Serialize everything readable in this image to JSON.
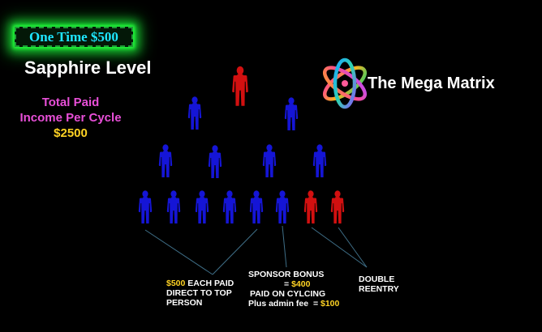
{
  "badge": {
    "text": "One Time $500"
  },
  "level": {
    "title": "Sapphire Level"
  },
  "income": {
    "line1": "Total Paid",
    "line2": "Income Per Cycle",
    "amount": "$2500"
  },
  "brand": {
    "name": "The Mega Matrix"
  },
  "notes": {
    "direct_amount": "$500",
    "direct_text_1": " EACH PAID",
    "direct_text_2": "DIRECT TO TOP",
    "direct_text_3": "PERSON",
    "sponsor_label": "SPONSOR BONUS",
    "sponsor_eq": "= ",
    "sponsor_amount": "$400",
    "cycling_label": "PAID ON CYLCING",
    "admin_label": "Plus admin fee  = ",
    "admin_amount": "$100",
    "reentry_1": "DOUBLE",
    "reentry_2": "REENTRY"
  },
  "colors": {
    "blue_person": "#1515d6",
    "red_person": "#d21010",
    "line": "#3f6f88",
    "accent_yellow": "#ffd324",
    "accent_pink": "#e84fd8",
    "badge_text": "#1ee6ff",
    "glow": "#22ff3a"
  },
  "icons": [
    "person-icon",
    "atom-logo-icon"
  ],
  "matrix": {
    "levels": [
      [
        "red"
      ],
      [
        "blue",
        "blue"
      ],
      [
        "blue",
        "blue",
        "blue",
        "blue"
      ],
      [
        "blue",
        "blue",
        "blue",
        "blue",
        "blue",
        "blue",
        "red",
        "red"
      ]
    ]
  }
}
